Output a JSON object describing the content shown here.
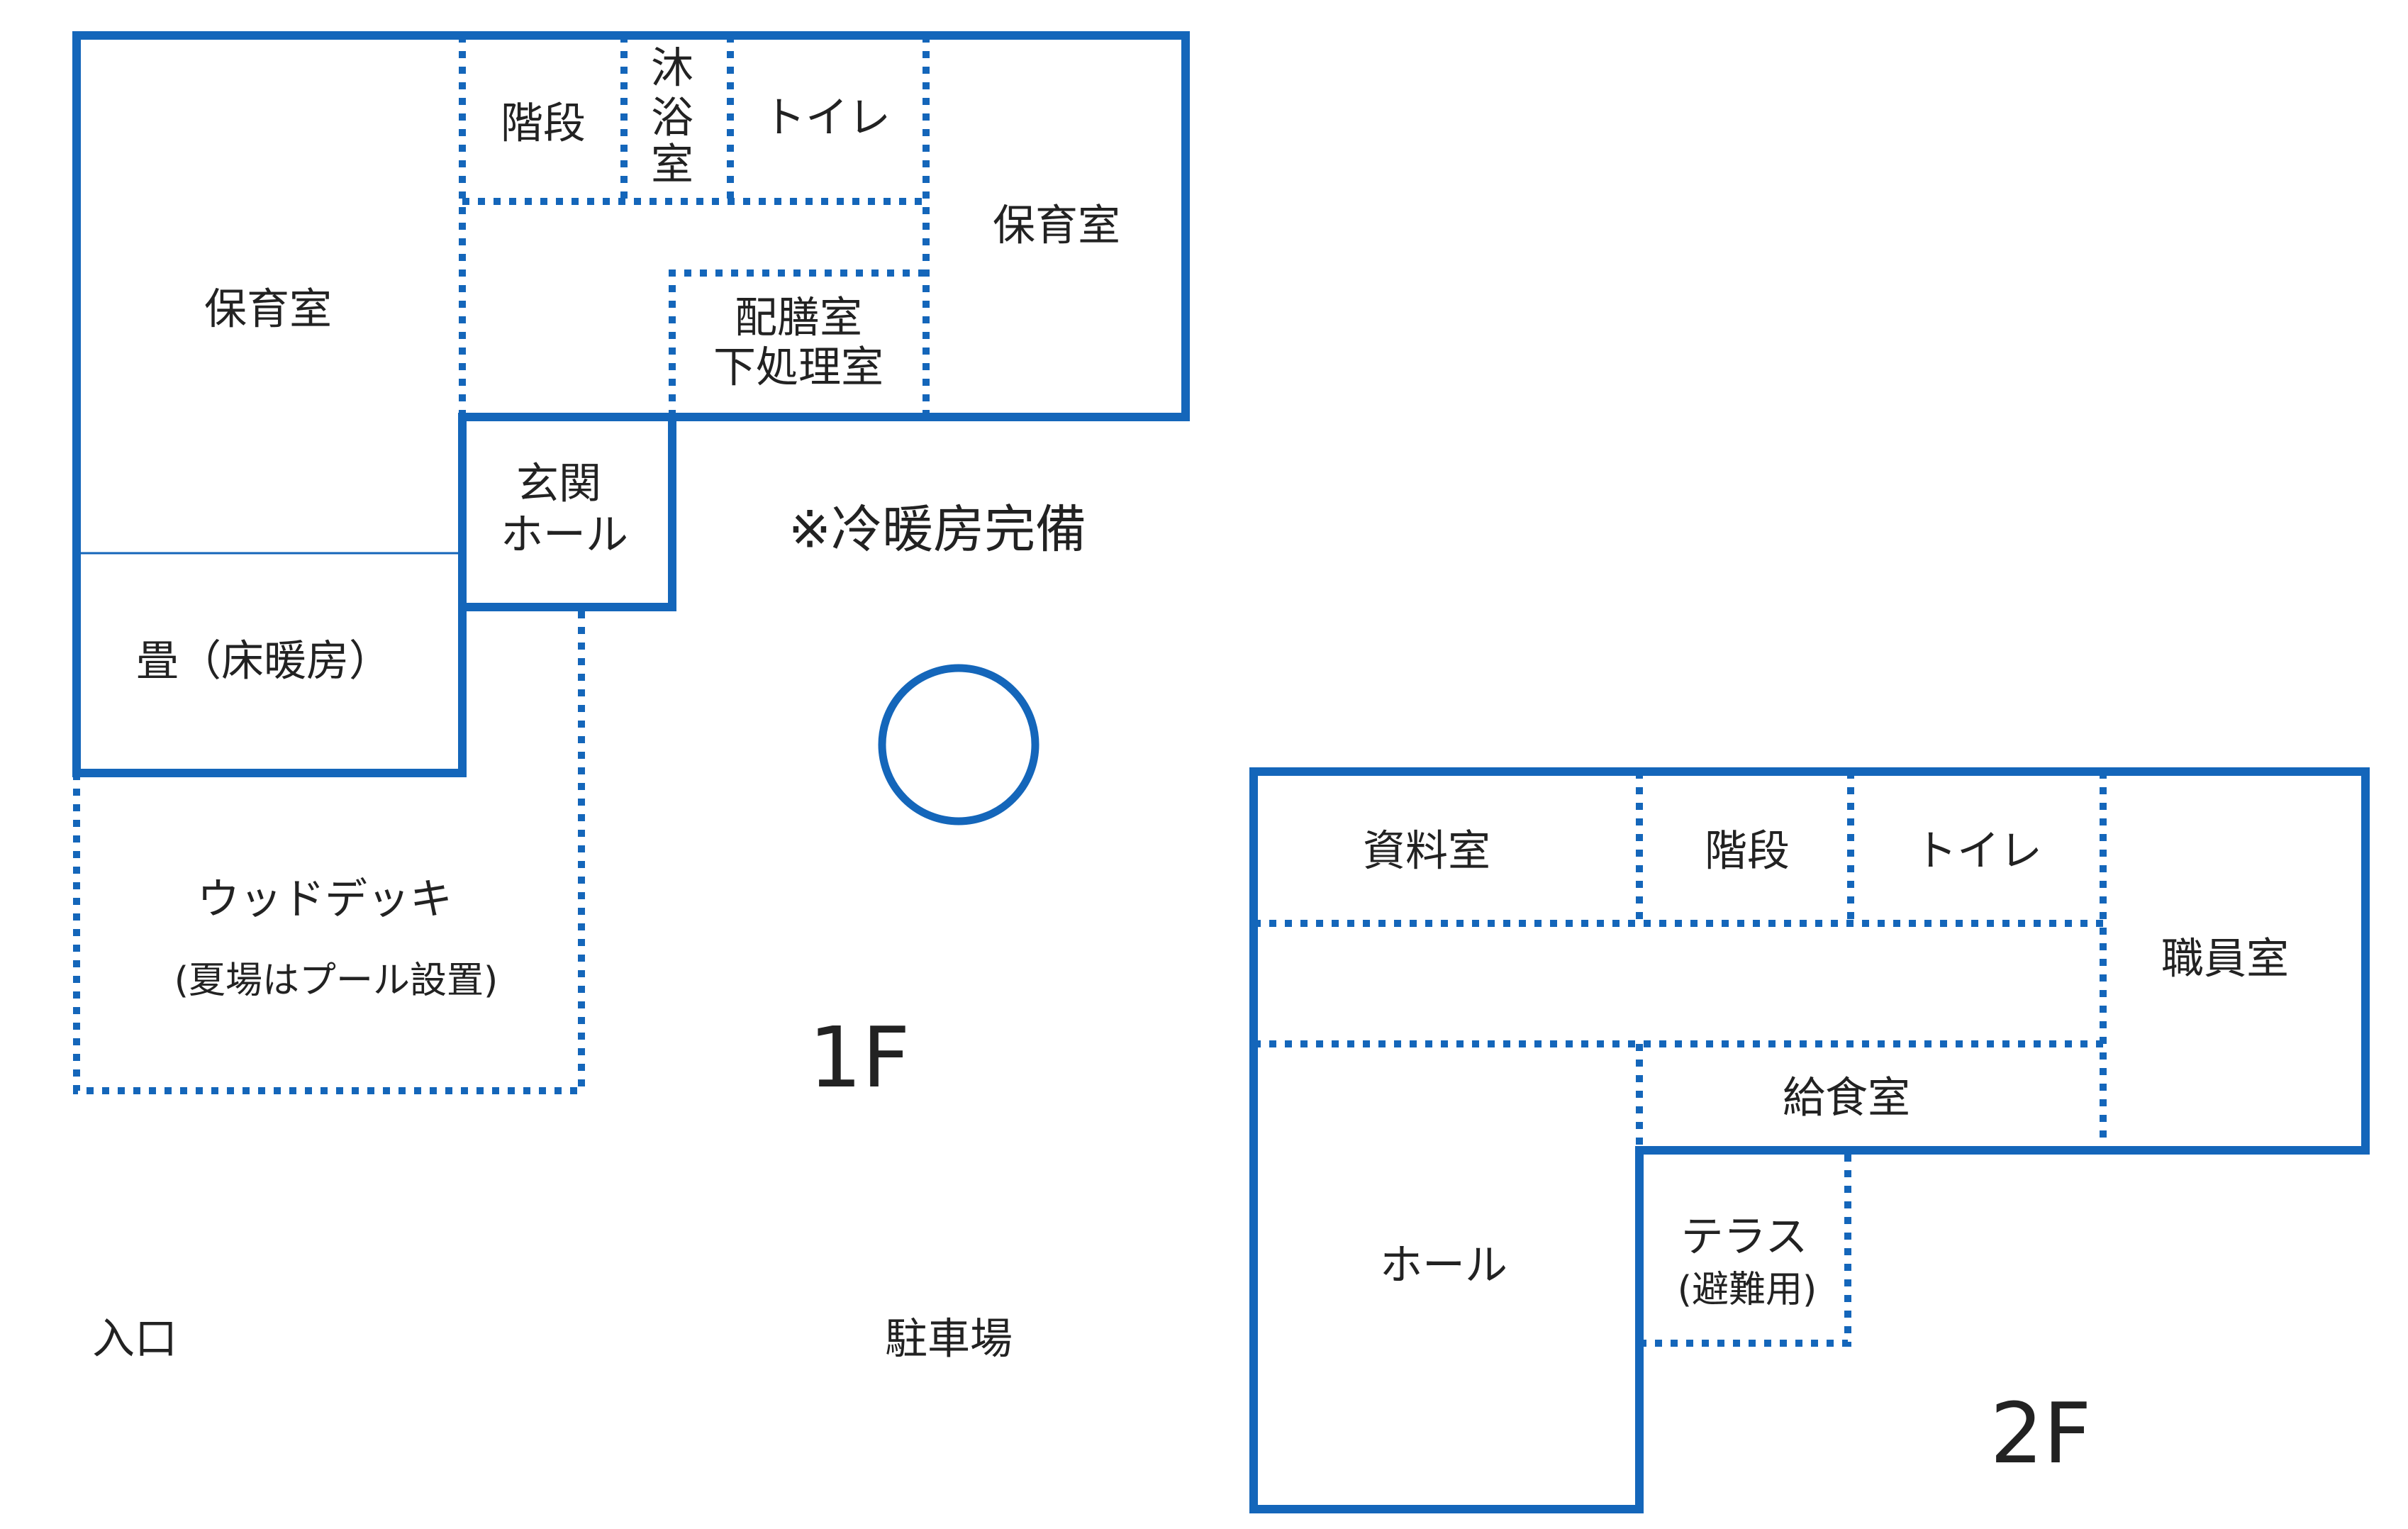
{
  "floor1": {
    "label": "1F",
    "rooms": {
      "nursery_left": "保育室",
      "stairs": "階段",
      "bath": [
        "沐",
        "浴",
        "室"
      ],
      "toilet": "トイレ",
      "nursery_right": "保育室",
      "serving": [
        "配膳室",
        "下処理室"
      ],
      "entrance": [
        "玄関",
        "ホール"
      ],
      "tatami": "畳（床暖房）",
      "deck": [
        "ウッドデッキ",
        "(夏場はプール設置)"
      ]
    },
    "note": "※冷暖房完備",
    "entry": "入口",
    "parking": "駐車場"
  },
  "floor2": {
    "label": "2F",
    "rooms": {
      "archive": "資料室",
      "stairs": "階段",
      "toilet": "トイレ",
      "staff": "職員室",
      "kitchen": "給食室",
      "hall": "ホール",
      "terrace": [
        "テラス",
        "(避難用)"
      ]
    }
  },
  "colors": {
    "line": "#1466ba",
    "text": "#222222"
  }
}
